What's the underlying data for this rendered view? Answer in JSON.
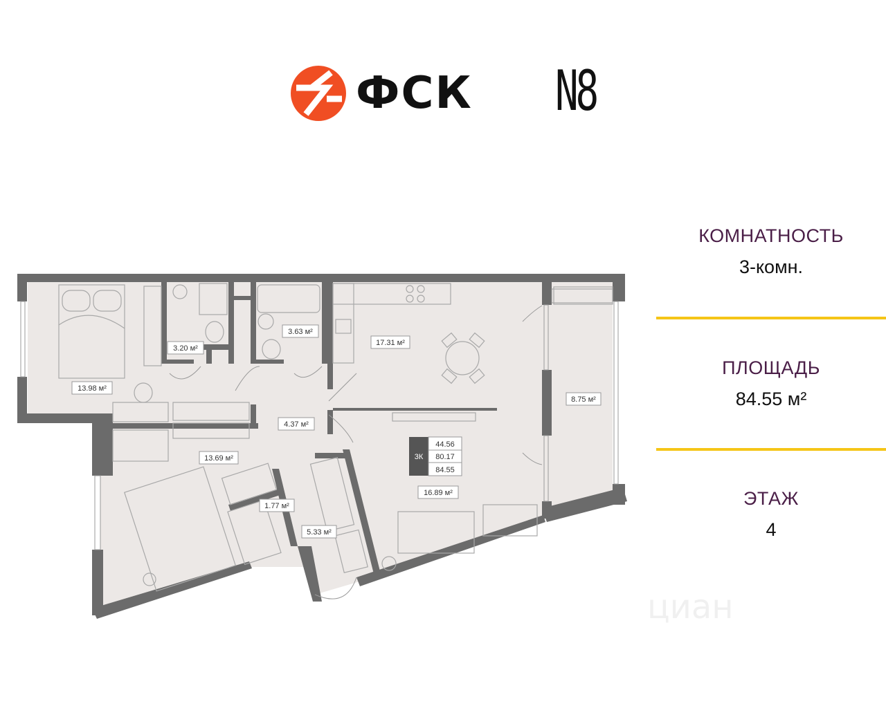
{
  "header": {
    "brand_name": "ФСК",
    "project_badge": "N8",
    "brand_color": "#f04e23"
  },
  "info": {
    "rooms_label": "КОМНАТНОСТЬ",
    "rooms_value": "3-комн.",
    "area_label": "ПЛОЩАДЬ",
    "area_value": "84.55 м²",
    "floor_label": "ЭТАЖ",
    "floor_value": "4",
    "accent_color": "#f5c518",
    "label_color": "#4a1e47"
  },
  "plan": {
    "rooms": [
      {
        "id": "bedroom-1",
        "area": "13.98 м²"
      },
      {
        "id": "bathroom-1",
        "area": "3.20 м²"
      },
      {
        "id": "bathroom-2",
        "area": "3.63 м²"
      },
      {
        "id": "kitchen",
        "area": "17.31 м²"
      },
      {
        "id": "balcony",
        "area": "8.75 м²"
      },
      {
        "id": "hall",
        "area": "4.37 м²"
      },
      {
        "id": "bedroom-2",
        "area": "13.69 м²"
      },
      {
        "id": "closet",
        "area": "1.77 м²"
      },
      {
        "id": "corridor",
        "area": "5.33 м²"
      },
      {
        "id": "living-room",
        "area": "16.89 м²"
      }
    ],
    "summary": {
      "type": "3К",
      "living_area": "44.56",
      "total_area": "80.17",
      "total_with_balcony": "84.55"
    }
  },
  "watermark": "циан"
}
